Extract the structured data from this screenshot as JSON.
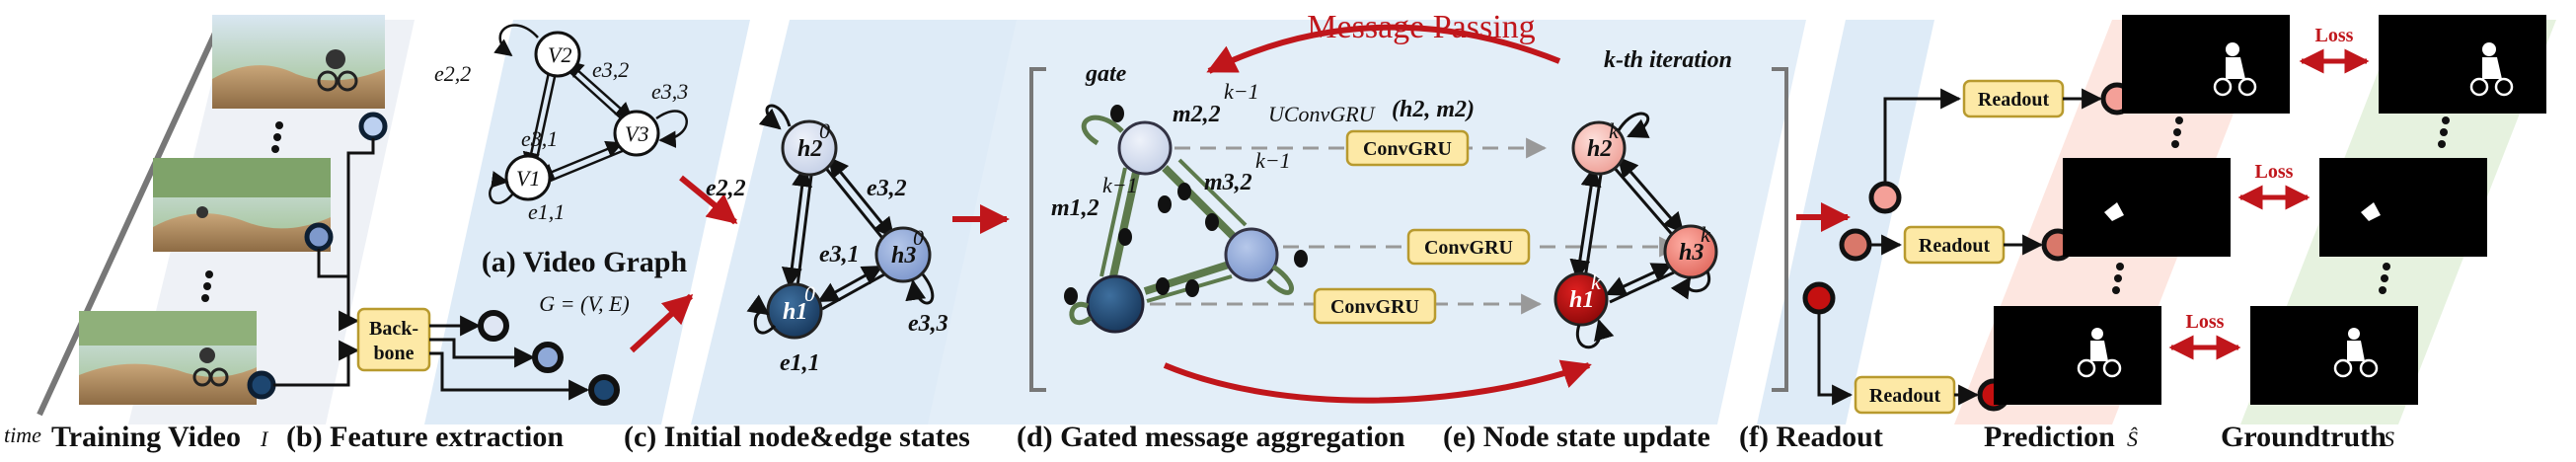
{
  "colors": {
    "accent_red": "#c0161b",
    "box_fill": "#fde9a6",
    "box_stroke": "#b89a2e",
    "panel_blue": "#deebf7",
    "panel_pink": "#fde6e0",
    "panel_green": "#e6f2df",
    "node_dark": "#1d4670",
    "node_mid": "#8fa9d8",
    "node_light": "#cdd7ea",
    "node_red": "#b01010",
    "node_salmon": "#f28a80",
    "node_pink": "#f4b3ab"
  },
  "timeline": {
    "time_label": "time"
  },
  "captions": {
    "training_video": "Training Video",
    "training_video_sym": "I",
    "feature_extraction": "(b) Feature extraction",
    "initial_states": "(c) Initial node&edge states",
    "gated_aggregation": "(d) Gated message aggregation",
    "node_update": "(e) Node state update",
    "readout": "(f) Readout",
    "prediction": "Prediction",
    "prediction_sym": "Ŝ",
    "groundtruth": "Groundtruth",
    "groundtruth_sym": "S"
  },
  "video_graph": {
    "title": "(a) Video Graph",
    "formula": "G = (V, E)",
    "nodes": [
      "V1",
      "V2",
      "V3"
    ],
    "edges": [
      "e2,2",
      "e3,2",
      "e3,1",
      "e3,3",
      "e1,1"
    ]
  },
  "backbone": {
    "line1": "Back-",
    "line2": "bone"
  },
  "initial": {
    "nodes": [
      "h1",
      "h2",
      "h3"
    ],
    "edges": [
      "e2,2",
      "e3,2",
      "e3,1",
      "e1,1",
      "e3,3"
    ],
    "superscript": "0"
  },
  "message_passing": {
    "title": "Message Passing",
    "iteration": "k-th iteration",
    "gate_label": "gate",
    "m22": "m2,2",
    "m12": "m1,2",
    "m32": "m3,2",
    "superscript": "k−1",
    "u_label": "UConvGRU",
    "u_args": "(h2, m2)",
    "convgru_labels": [
      "ConvGRU",
      "ConvGRU",
      "ConvGRU"
    ]
  },
  "updated": {
    "nodes": [
      "h1",
      "h2",
      "h3"
    ],
    "superscript": "k"
  },
  "readout_labels": [
    "Readout",
    "Readout",
    "Readout"
  ],
  "loss_labels": [
    "Loss",
    "Loss",
    "Loss"
  ]
}
